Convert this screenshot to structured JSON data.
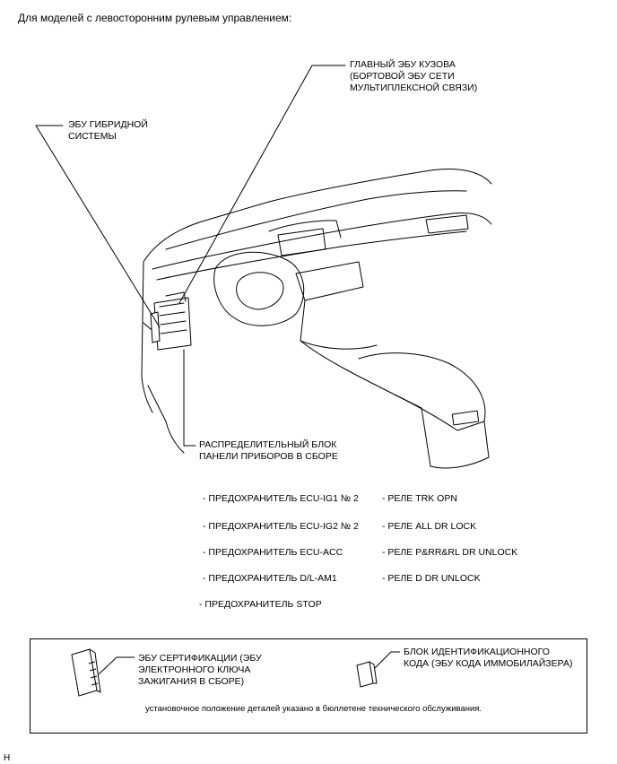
{
  "header": "Для моделей с левосторонним рулевым управлением:",
  "callouts": {
    "main_body_ecu": "ГЛАВНЫЙ ЭБУ КУЗОВА\n(БОРТОВОЙ ЭБУ СЕТИ\nМУЛЬТИПЛЕКСНОЙ СВЯЗИ)",
    "hybrid_ecu": "ЭБУ ГИБРИДНОЙ\nСИСТЕМЫ",
    "junction_block": "РАСПРЕДЕЛИТЕЛЬНЫЙ БЛОК\nПАНЕЛИ ПРИБОРОВ В СБОРЕ"
  },
  "fuses": [
    "- ПРЕДОХРАНИТЕЛЬ ECU-IG1 № 2",
    "- ПРЕДОХРАНИТЕЛЬ ECU-IG2 № 2",
    "- ПРЕДОХРАНИТЕЛЬ ECU-ACC",
    "- ПРЕДОХРАНИТЕЛЬ D/L-AM1",
    "- ПРЕДОХРАНИТЕЛЬ STOP"
  ],
  "relays": [
    "- РЕЛЕ TRK OPN",
    "- РЕЛЕ ALL DR LOCK",
    "- РЕЛЕ P&RR&RL DR UNLOCK",
    "- РЕЛЕ D DR UNLOCK"
  ],
  "legend": {
    "certification_ecu": "ЭБУ СЕРТИФИКАЦИИ (ЭБУ\nЭЛЕКТРОННОГО КЛЮЧА\nЗАЖИГАНИЯ В СБОРЕ)",
    "id_code_box": "БЛОК ИДЕНТИФИКАЦИОННОГО\nКОДА (ЭБУ КОДА ИММОБИЛАЙЗЕРА)",
    "note": "установочное положение деталей указано в бюллетене технического обслуживания."
  },
  "footer_code": "H"
}
